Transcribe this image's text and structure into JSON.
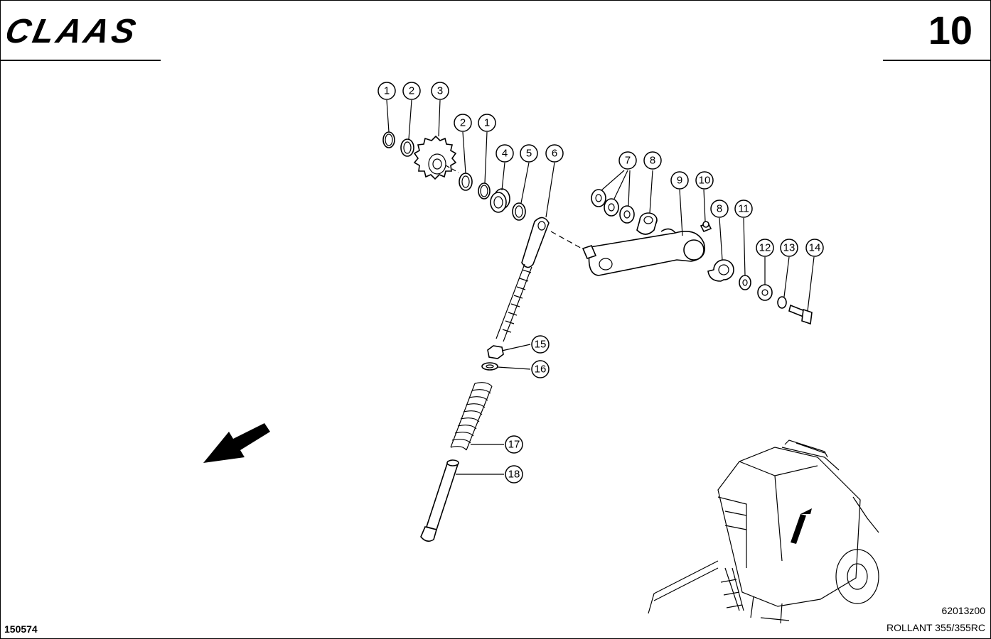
{
  "header": {
    "brand": "CLAAS",
    "page_number": "10"
  },
  "footer": {
    "doc_number": "150574",
    "figure_code": "62013z00",
    "model": "ROLLANT 355/355RC"
  },
  "callouts": [
    {
      "id": "c1a",
      "label": "1"
    },
    {
      "id": "c2a",
      "label": "2"
    },
    {
      "id": "c3",
      "label": "3"
    },
    {
      "id": "c2b",
      "label": "2"
    },
    {
      "id": "c1b",
      "label": "1"
    },
    {
      "id": "c4",
      "label": "4"
    },
    {
      "id": "c5",
      "label": "5"
    },
    {
      "id": "c6",
      "label": "6"
    },
    {
      "id": "c7",
      "label": "7"
    },
    {
      "id": "c8a",
      "label": "8"
    },
    {
      "id": "c9",
      "label": "9"
    },
    {
      "id": "c10",
      "label": "10"
    },
    {
      "id": "c8b",
      "label": "8"
    },
    {
      "id": "c11",
      "label": "11"
    },
    {
      "id": "c12",
      "label": "12"
    },
    {
      "id": "c13",
      "label": "13"
    },
    {
      "id": "c14",
      "label": "14"
    },
    {
      "id": "c15",
      "label": "15"
    },
    {
      "id": "c16",
      "label": "16"
    },
    {
      "id": "c17",
      "label": "17"
    },
    {
      "id": "c18",
      "label": "18"
    }
  ]
}
